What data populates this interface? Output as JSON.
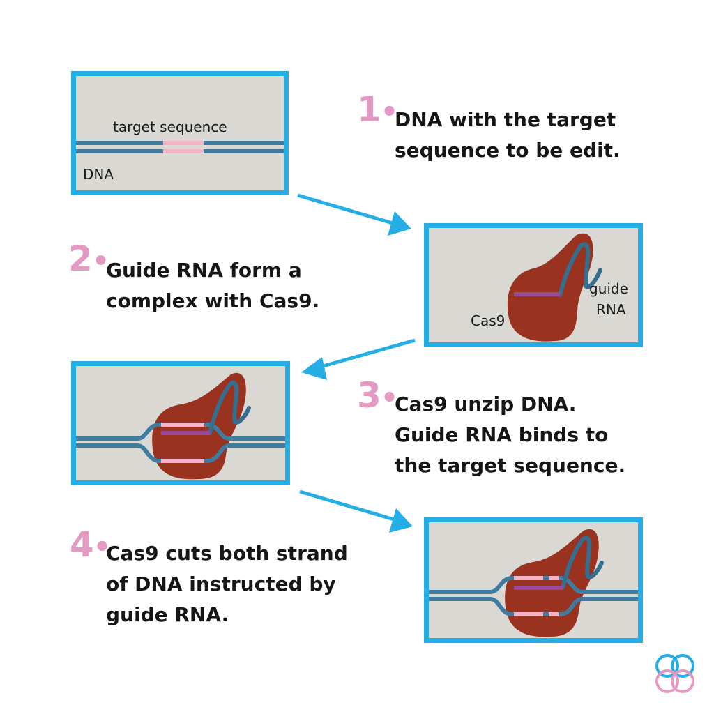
{
  "colors": {
    "panel_border": "#25aee6",
    "panel_fill": "#d9d8d2",
    "dna_strand": "#3f7ca0",
    "target_sequence": "#f5b3c8",
    "guide_rna_segment": "#9b4a9b",
    "guide_rna": "#356f8f",
    "cas9": "#99321f",
    "step_number": "#e39bc3",
    "arrow": "#25aee6"
  },
  "panels": {
    "panel1": {
      "target_label": "target sequence",
      "dna_label": "DNA"
    },
    "panel2": {
      "cas9_label": "Cas9",
      "guide_label_line1": "guide",
      "guide_label_line2": "RNA"
    }
  },
  "steps": [
    {
      "number": "1",
      "lines": [
        "DNA with the target",
        "sequence to be edit."
      ]
    },
    {
      "number": "2",
      "lines": [
        "Guide RNA form a",
        "complex with Cas9."
      ]
    },
    {
      "number": "3",
      "lines": [
        "Cas9 unzip DNA.",
        "Guide RNA binds to",
        "the target sequence."
      ]
    },
    {
      "number": "4",
      "lines": [
        "Cas9 cuts both strand",
        "of DNA instructed by",
        "guide RNA."
      ]
    }
  ],
  "icons": {
    "logo": "interlocking-circles-logo"
  }
}
